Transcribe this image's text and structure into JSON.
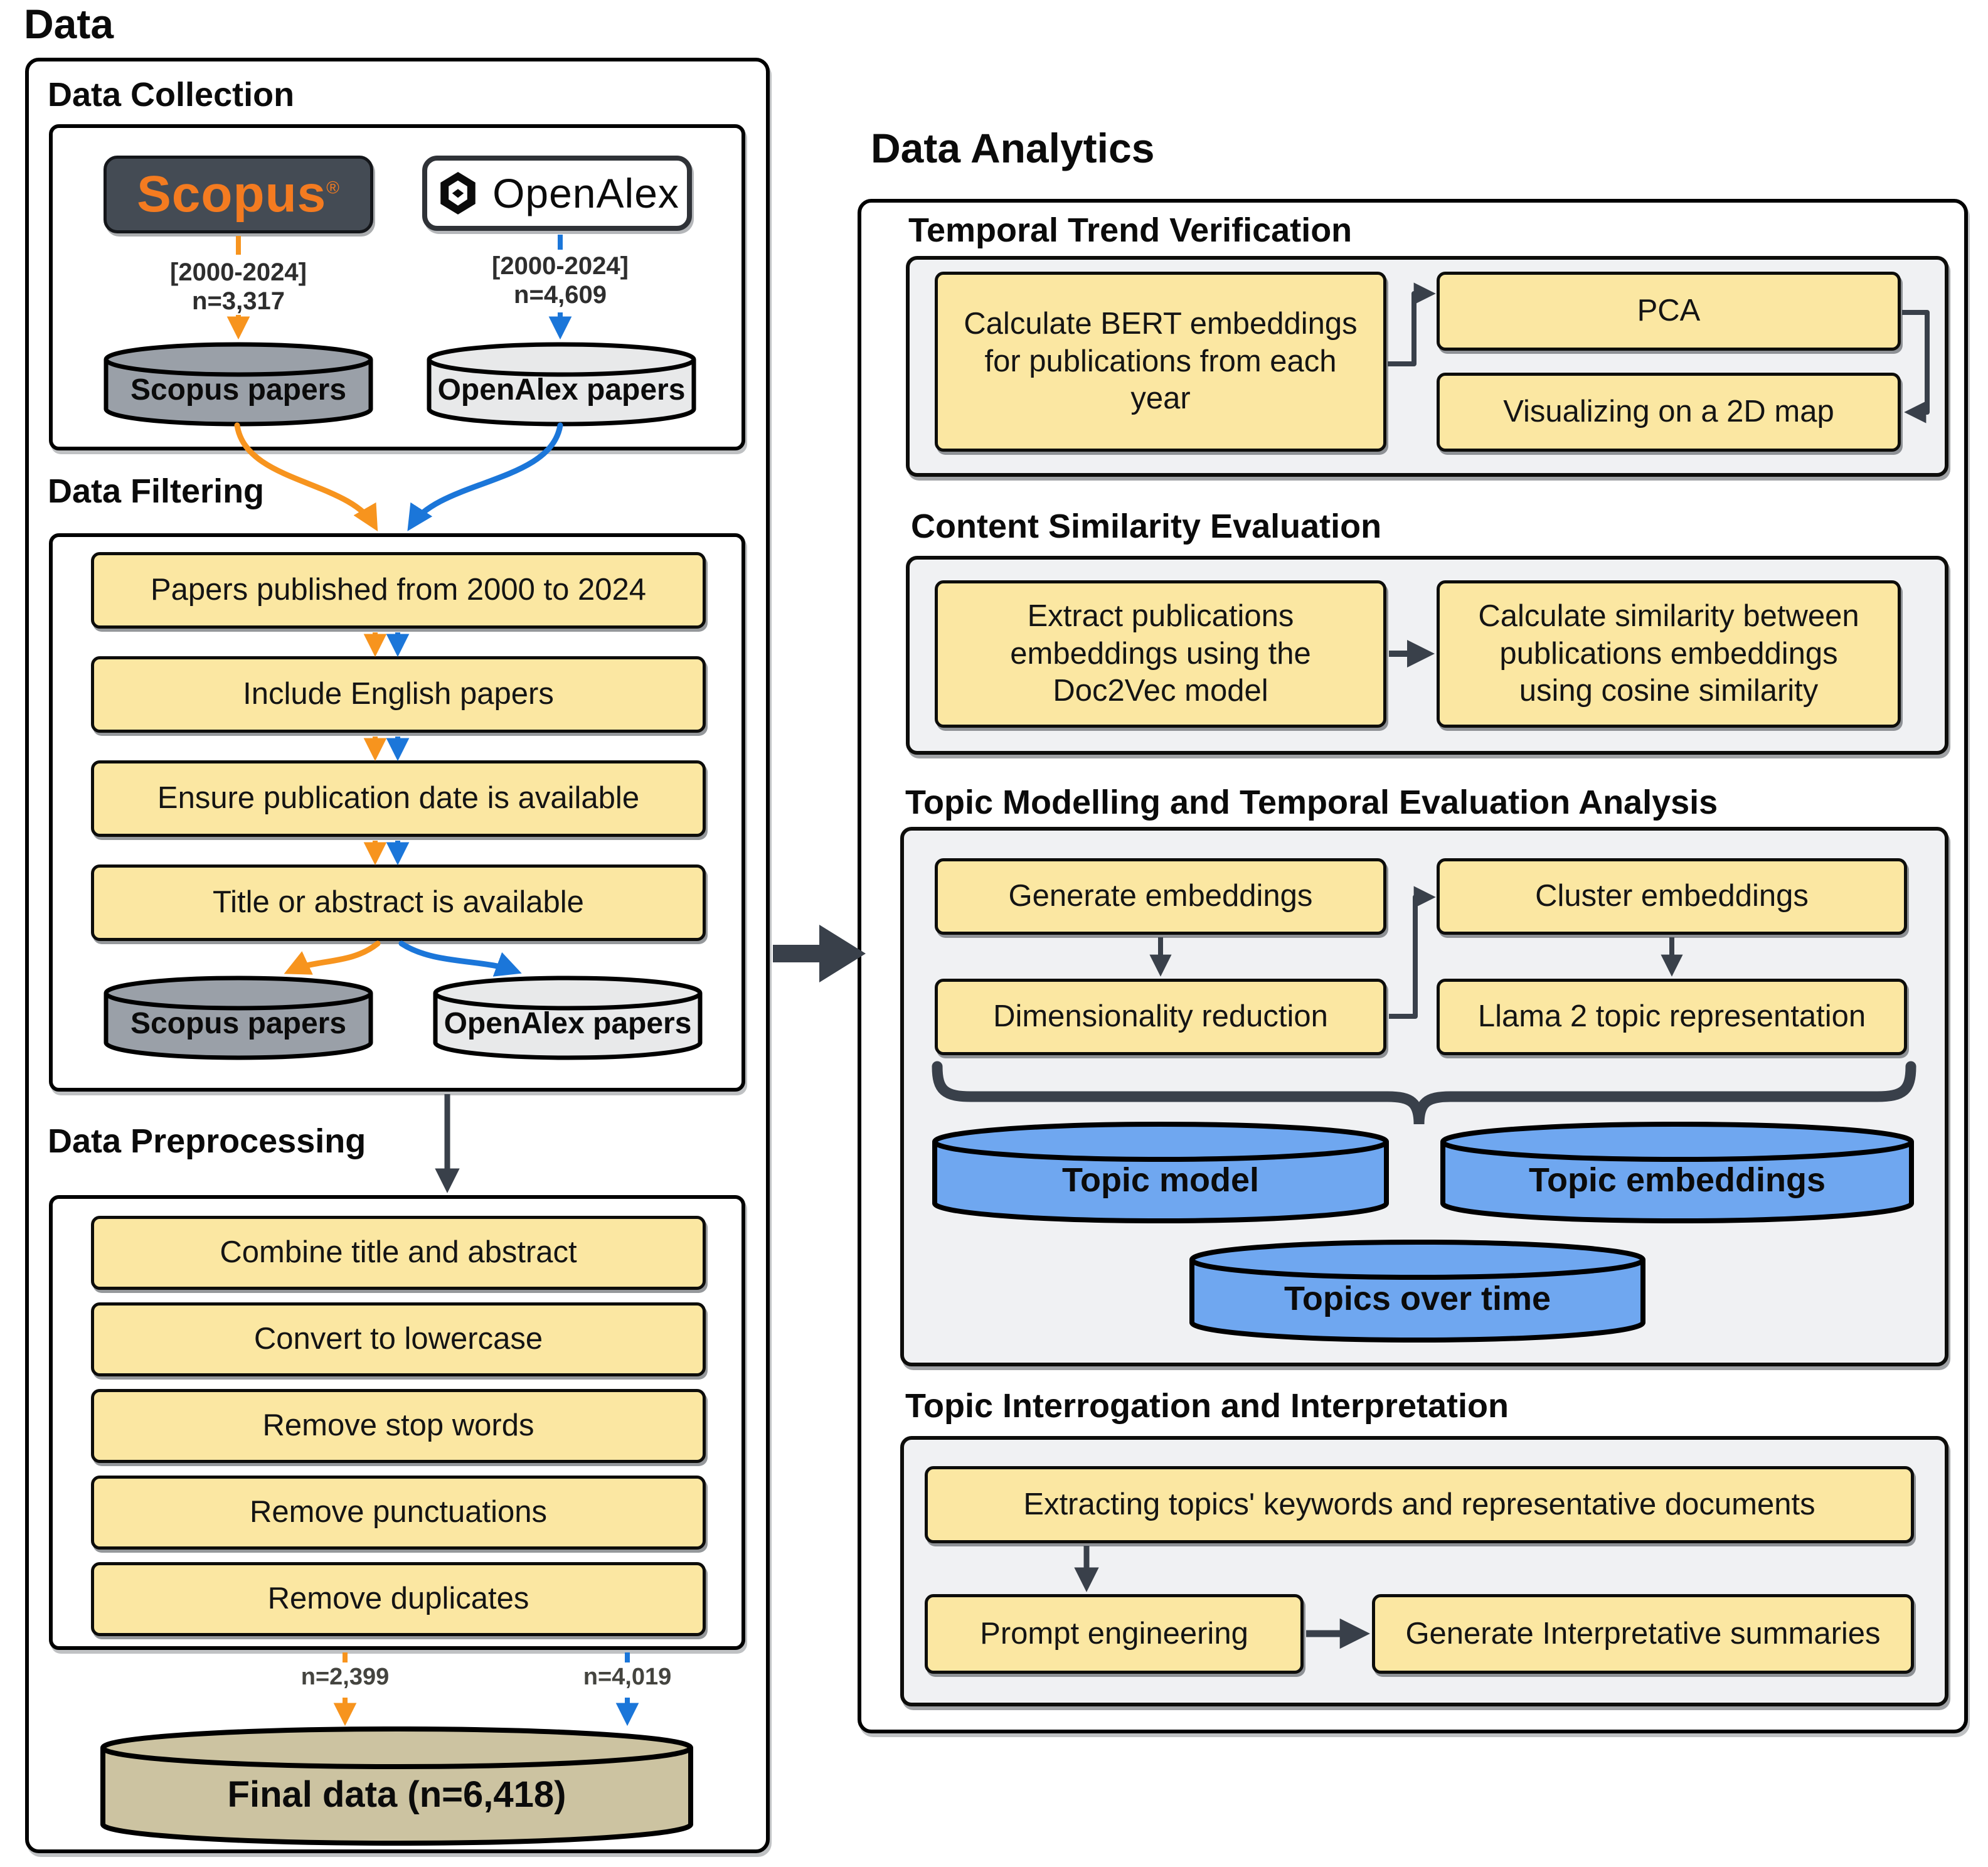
{
  "colors": {
    "yellow_box": "#FBE7A2",
    "panel_gray": "#F0F1F3",
    "scopus_bg": "#444B54",
    "scopus_orange": "#F47B20",
    "cylinder_gray": "#9AA0A8",
    "cylinder_light": "#E8E9EA",
    "cylinder_tan": "#CCC3A1",
    "cylinder_blue": "#6FA7F0",
    "arrow_orange": "#F7941E",
    "arrow_blue": "#1B76D9",
    "arrow_dark": "#39404A"
  },
  "left": {
    "title": "Data",
    "collection": {
      "heading": "Data Collection",
      "scopus_logo": "Scopus",
      "scopus_reg": "®",
      "openalex_logo": "OpenAlex",
      "scopus_range": "[2000-2024]",
      "scopus_n": "n=3,317",
      "openalex_range": "[2000-2024]",
      "openalex_n": "n=4,609",
      "scopus_db": "Scopus papers",
      "openalex_db": "OpenAlex papers"
    },
    "filtering": {
      "heading": "Data Filtering",
      "steps": [
        "Papers published from 2000 to 2024",
        "Include English papers",
        "Ensure publication date is available",
        "Title or abstract is available"
      ],
      "scopus_db": "Scopus papers",
      "openalex_db": "OpenAlex papers"
    },
    "preprocessing": {
      "heading": "Data Preprocessing",
      "steps": [
        "Combine title and abstract",
        "Convert to lowercase",
        "Remove stop words",
        "Remove punctuations",
        "Remove duplicates"
      ]
    },
    "final": {
      "scopus_n": "n=2,399",
      "openalex_n": "n=4,019",
      "label": "Final data (n=6,418)"
    }
  },
  "right": {
    "title": "Data Analytics",
    "temporal": {
      "heading": "Temporal Trend Verification",
      "bert": "Calculate BERT embeddings for publications from each year",
      "pca": "PCA",
      "vis": "Visualizing on a 2D map"
    },
    "similarity": {
      "heading": "Content Similarity Evaluation",
      "extract": "Extract publications embeddings using the Doc2Vec model",
      "calc": "Calculate similarity between publications embeddings using cosine similarity"
    },
    "topic_modelling": {
      "heading": "Topic Modelling and Temporal Evaluation Analysis",
      "generate": "Generate embeddings",
      "cluster": "Cluster embeddings",
      "dim": "Dimensionality reduction",
      "llama": "Llama 2 topic representation",
      "db_model": "Topic model",
      "db_embeddings": "Topic embeddings",
      "db_time": "Topics over time"
    },
    "interrogation": {
      "heading": "Topic Interrogation and Interpretation",
      "extracting": "Extracting topics' keywords and representative documents",
      "prompt": "Prompt engineering",
      "summaries": "Generate Interpretative summaries"
    }
  }
}
